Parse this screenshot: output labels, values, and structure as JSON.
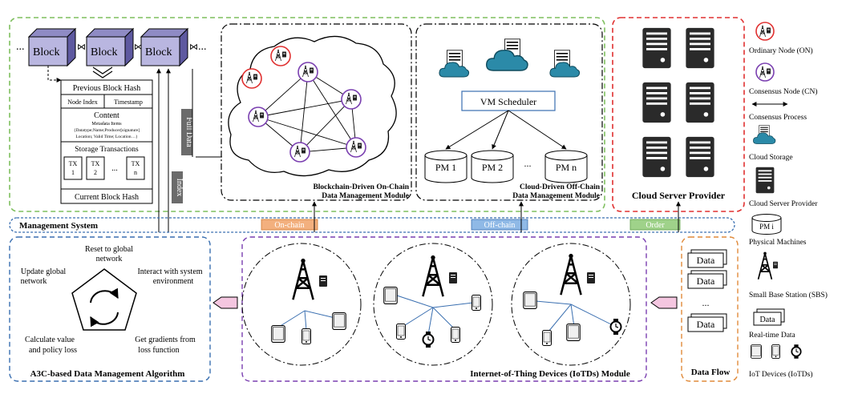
{
  "blockchain": {
    "ellipsis_left": "...",
    "ellipsis_right": "...",
    "blocks": [
      "Block",
      "Block",
      "Block"
    ],
    "header": {
      "previous_hash": "Previous Block Hash",
      "node_index": "Node Index",
      "timestamp": "Timestamp",
      "content_title": "Content",
      "metadata_title": "Metadata Items",
      "metadata_line1": "{Datatype;Name;Producer[signature]",
      "metadata_line2": "Location; Valid Time; Location…}",
      "storage_title": "Storage Transactions",
      "tx1_top": "TX",
      "tx1_bottom": "1",
      "tx2_top": "TX",
      "tx2_bottom": "2",
      "tx_ellipsis": "...",
      "txn_top": "TX",
      "txn_bottom": "n",
      "current_hash": "Current Block Hash"
    },
    "full_data_label": "Full Data",
    "index_label": "Index"
  },
  "on_chain": {
    "title_line1": "Blockchain-Driven On-Chain",
    "title_line2": "Data Management Module"
  },
  "off_chain": {
    "vm_scheduler": "VM Scheduler",
    "pm1": "PM 1",
    "pm2": "PM 2",
    "pm_ellipsis": "...",
    "pmn": "PM n",
    "title_line1": "Cloud-Driven Off-Chain",
    "title_line2": "Data Management Module"
  },
  "cloud_provider": {
    "title": "Cloud Server Provider"
  },
  "management": {
    "title": "Management System",
    "tag_on_chain": "On-chain",
    "tag_off_chain": "Off-chain",
    "tag_order": "Order"
  },
  "a3c": {
    "title": "A3C-based Data Management Algorithm",
    "reset_line1": "Reset to global",
    "reset_line2": "network",
    "update_line1": "Update global",
    "update_line2": "network",
    "interact_line1": "Interact with system",
    "interact_line2": "environment",
    "calc_line1": "Calculate value",
    "calc_line2": "and policy loss",
    "grad_line1": "Get gradients from",
    "grad_line2": "loss function"
  },
  "iotd": {
    "title": "Internet-of-Thing Devices (IoTDs) Module"
  },
  "data_flow": {
    "title": "Data Flow",
    "items": [
      "Data",
      "Data",
      "Data"
    ],
    "ellipsis": "..."
  },
  "legend": {
    "ordinary_node": "Ordinary Node (ON)",
    "consensus_node": "Consensus Node (CN)",
    "consensus_process": "Consensus Process",
    "cloud_storage": "Cloud Storage",
    "cloud_server": "Cloud Server Provider",
    "pm_icon": "PM i",
    "physical_machines": "Physical Machines",
    "sbs": "Small Base Station (SBS)",
    "data_icon": "Data",
    "realtime_data": "Real-time Data",
    "iot_devices": "IoT Devices (IoTDs)"
  },
  "colors": {
    "green_border": "#7fbf5f",
    "red_border": "#e03030",
    "blue_border": "#3a6fb0",
    "purple_border": "#7a3fb0",
    "orange_border": "#e08a3a",
    "block_fill": "#b9b6e0",
    "cloud_fill": "#2b8aa8",
    "arrow_fill": "#f4c6e0",
    "tag_on_chain": "#f3b07e",
    "tag_off_chain": "#8fb9e6",
    "tag_order": "#9fd28a"
  }
}
